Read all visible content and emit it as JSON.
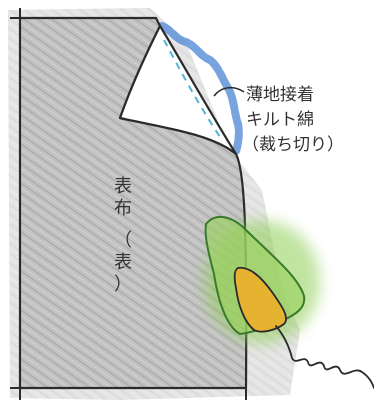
{
  "labels": {
    "batting_line1": "薄地接着",
    "batting_line2": "キルト綿",
    "batting_line3": "（裁ち切り）",
    "fabric_line1": "表布",
    "fabric_line2": "（表）"
  },
  "colors": {
    "fabric_gray": "#bdbdbd",
    "outline": "#2b2b2b",
    "batting_blue": "#5f93d8",
    "fold_dashes": "#4fb5d9",
    "iron_green": "#6fbf3a",
    "iron_yellow": "#e6b330"
  },
  "icons": {
    "iron": "iron-icon",
    "cord": "power-cord"
  }
}
